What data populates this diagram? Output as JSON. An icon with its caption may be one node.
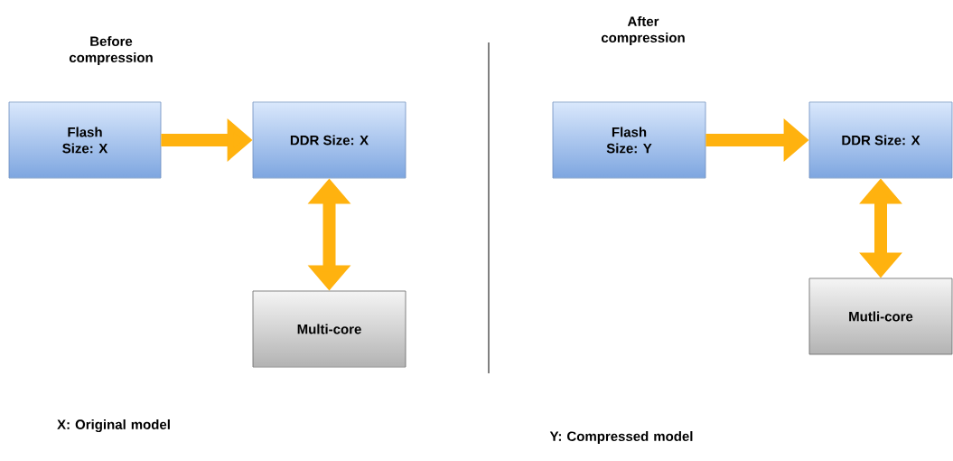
{
  "diagram": {
    "nodes": [
      {
        "text": [
          "Flash Size: X"
        ]
      },
      {
        "text": [
          "DDR Size: X"
        ]
      },
      {
        "text": [
          "Multi-core"
        ]
      },
      {
        "text": [
          "Flash Size: Y"
        ]
      },
      {
        "text": [
          "DDR Size: X"
        ]
      },
      {
        "text": [
          "Mutli-core"
        ]
      }
    ],
    "edges": [
      {
        "from": 0,
        "to": 1,
        "arrow": "to"
      },
      {
        "from": 1,
        "to": 2,
        "arrow": "both"
      },
      {
        "from": 3,
        "to": 4,
        "arrow": "to"
      },
      {
        "from": 4,
        "to": 5,
        "arrow": "both"
      }
    ],
    "labels": [
      "Before compression",
      "After compression",
      "X: Original model",
      "Y: Compressed model"
    ]
  }
}
